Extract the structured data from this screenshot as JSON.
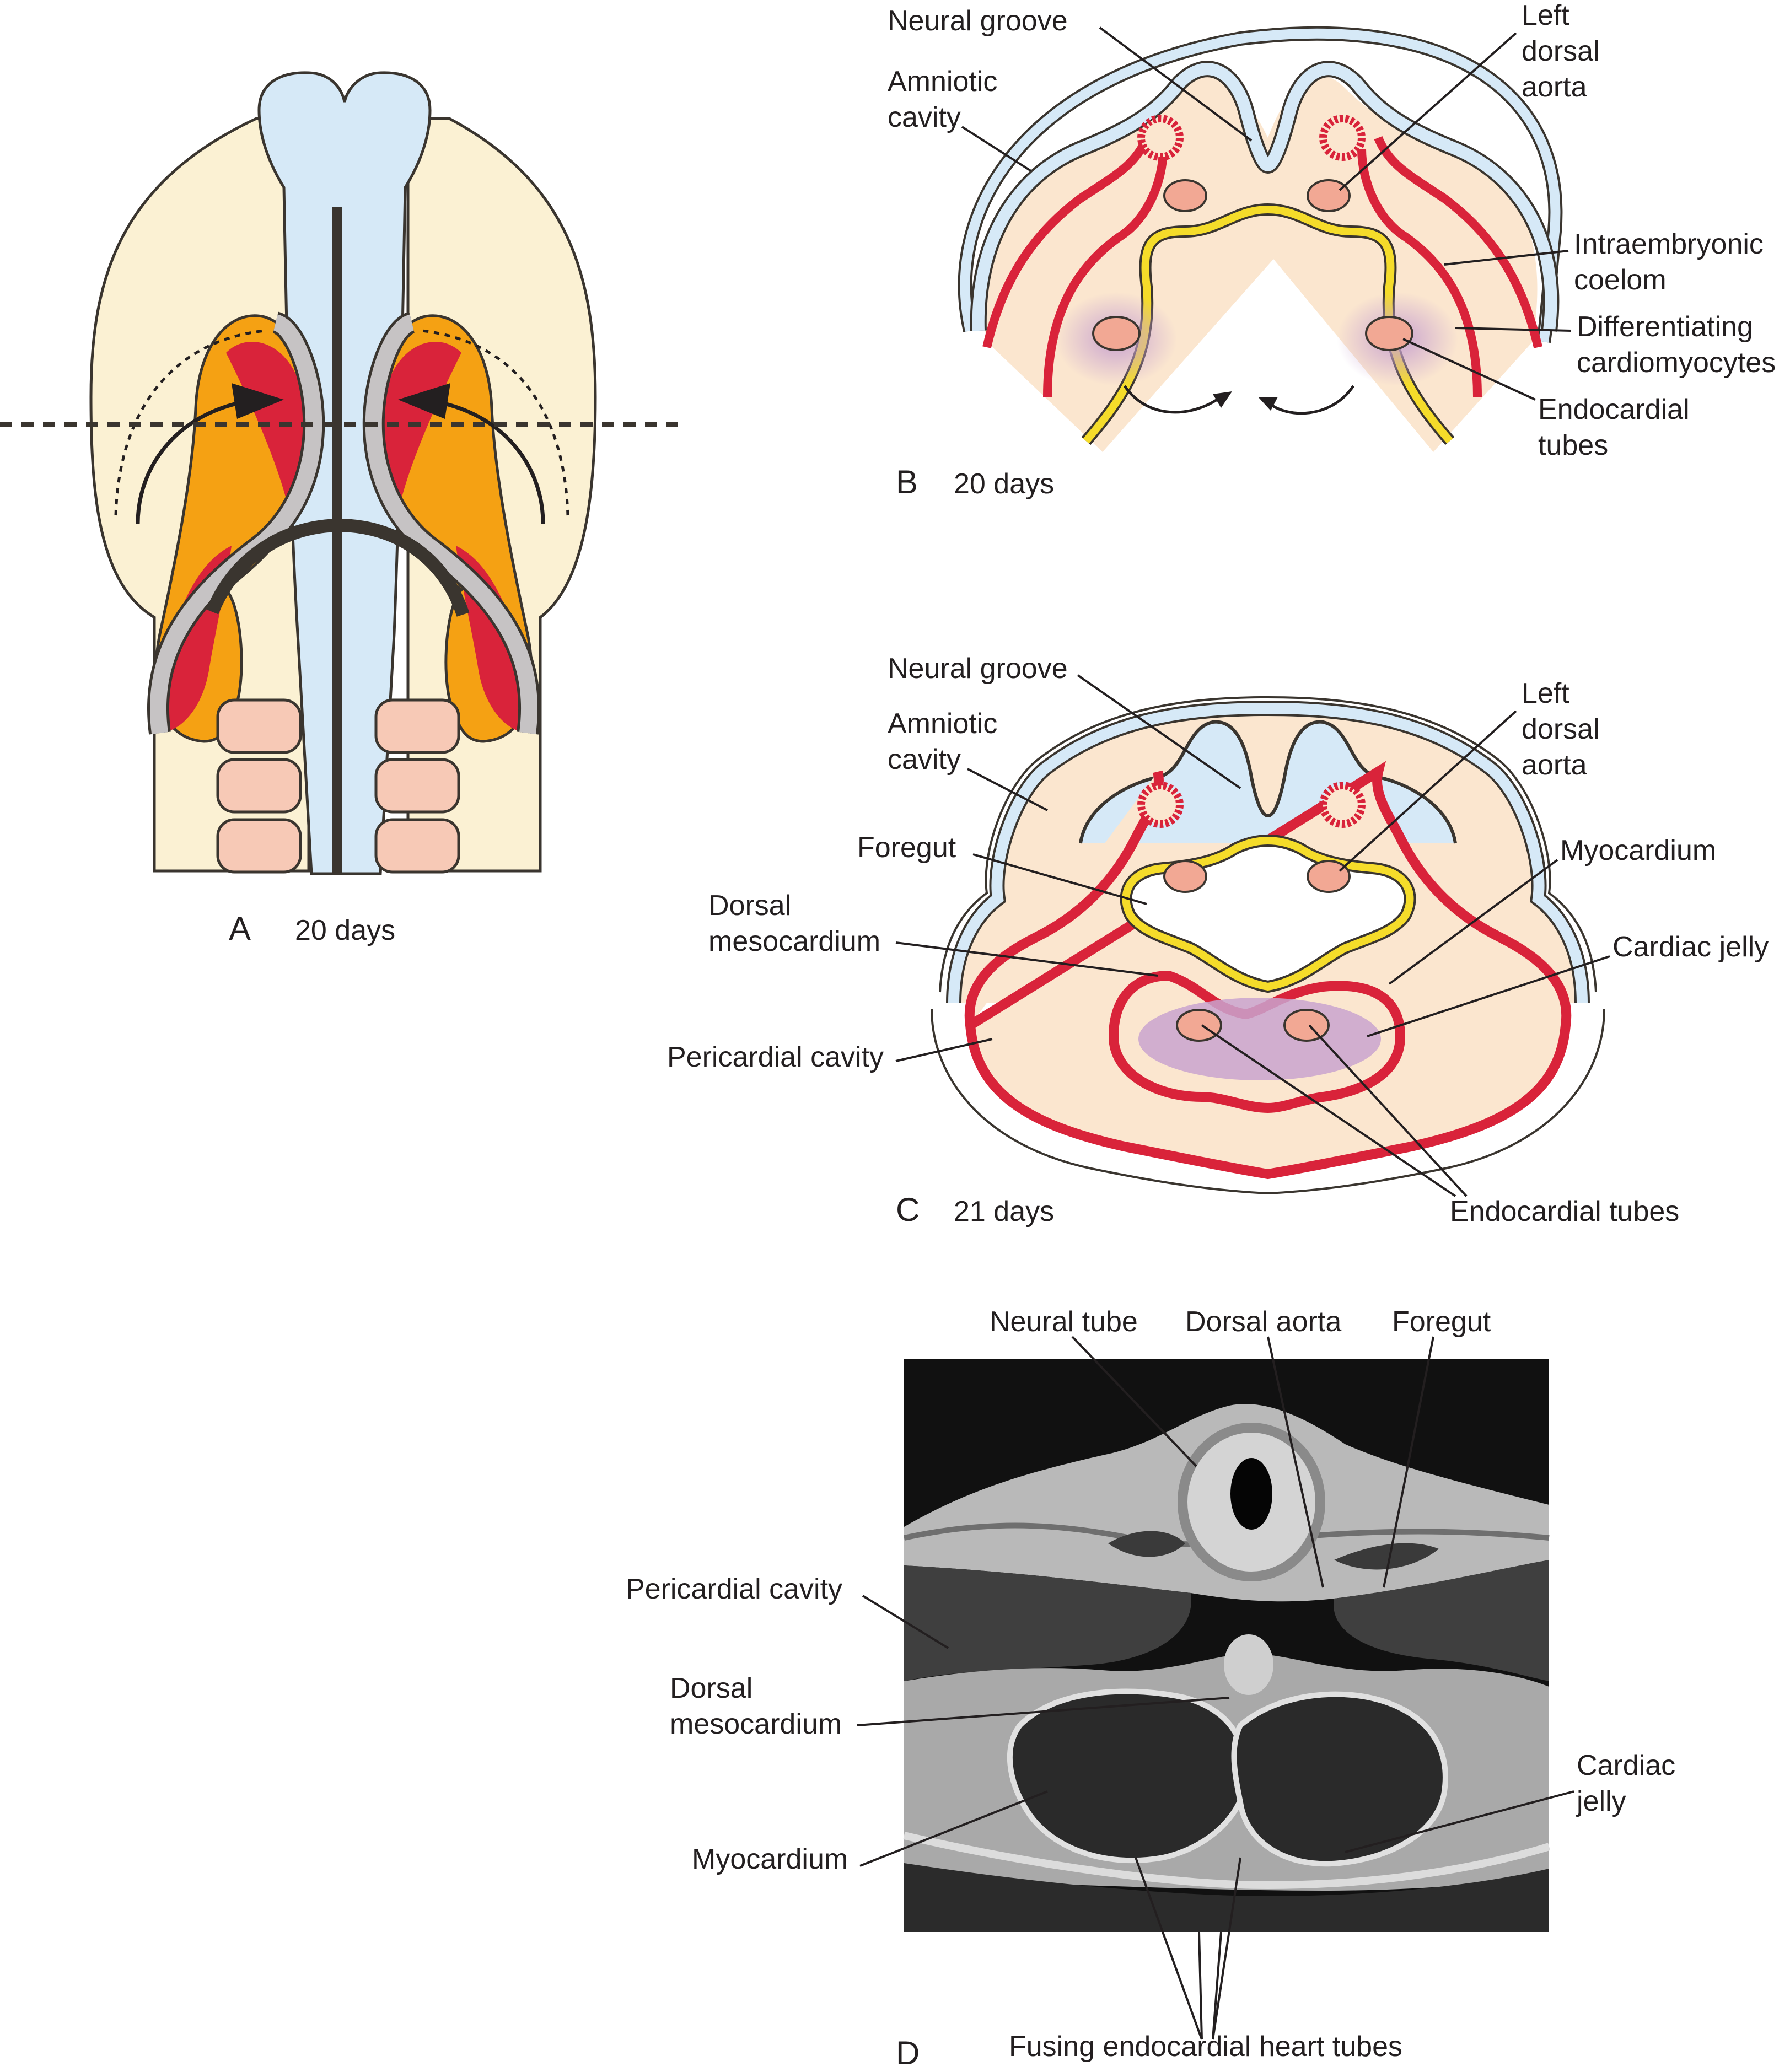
{
  "colors": {
    "ectoderm": "#d6e9f7",
    "mesoderm": "#fbe6cf",
    "embryo_disc": "#fbf1d3",
    "myocardium": "#d9233a",
    "second_field": "#f5a113",
    "endoderm": "#f5dc2a",
    "cardiac_jelly": "#c9a3cf",
    "endocardial_tube": "#f2a894",
    "somite": "#f7c9b6",
    "outline": "#3a352f"
  },
  "panels": {
    "a": {
      "letter": "A",
      "caption": "20 days"
    },
    "b": {
      "letter": "B",
      "caption": "20 days",
      "labels": {
        "neural_groove": "Neural groove",
        "amniotic_cavity_1": "Amniotic",
        "amniotic_cavity_2": "cavity",
        "left_dorsal_aorta_1": "Left",
        "left_dorsal_aorta_2": "dorsal",
        "left_dorsal_aorta_3": "aorta",
        "intraembryonic_coelom_1": "Intraembryonic",
        "intraembryonic_coelom_2": "coelom",
        "differentiating_cardiomyocytes_1": "Differentiating",
        "differentiating_cardiomyocytes_2": "cardiomyocytes",
        "endocardial_tubes_1": "Endocardial",
        "endocardial_tubes_2": "tubes"
      }
    },
    "c": {
      "letter": "C",
      "caption": "21 days",
      "labels": {
        "neural_groove": "Neural groove",
        "amniotic_cavity_1": "Amniotic",
        "amniotic_cavity_2": "cavity",
        "left_dorsal_aorta_1": "Left",
        "left_dorsal_aorta_2": "dorsal",
        "left_dorsal_aorta_3": "aorta",
        "foregut": "Foregut",
        "myocardium": "Myocardium",
        "dorsal_mesocardium_1": "Dorsal",
        "dorsal_mesocardium_2": "mesocardium",
        "cardiac_jelly": "Cardiac jelly",
        "pericardial_cavity": "Pericardial cavity",
        "endocardial_tubes": "Endocardial tubes"
      }
    },
    "d": {
      "letter": "D",
      "caption": "Fusing endocardial heart tubes",
      "labels": {
        "neural_tube": "Neural tube",
        "dorsal_aorta": "Dorsal aorta",
        "foregut": "Foregut",
        "pericardial_cavity": "Pericardial cavity",
        "dorsal_mesocardium_1": "Dorsal",
        "dorsal_mesocardium_2": "mesocardium",
        "cardiac_jelly_1": "Cardiac",
        "cardiac_jelly_2": "jelly",
        "myocardium": "Myocardium"
      }
    }
  }
}
